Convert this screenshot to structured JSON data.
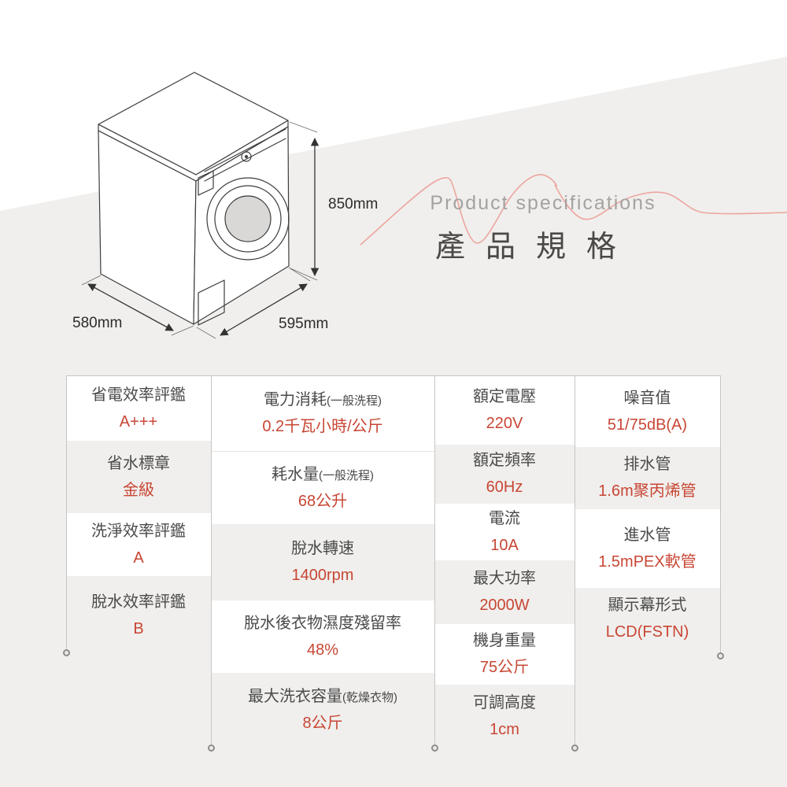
{
  "hero": {
    "en_title": "Product specifications",
    "zh_title": "產品規格"
  },
  "diagram": {
    "height_label": "850mm",
    "depth_label": "580mm",
    "width_label": "595mm"
  },
  "colors": {
    "accent_red": "#c84634",
    "squiggle_pink": "#eda59f",
    "wedge_gray": "#f0efed",
    "label_gray": "#4a4a4a",
    "title_gray": "#a5a2a0"
  },
  "table": {
    "columns": [
      {
        "cells": [
          {
            "label": "省電效率評鑑",
            "value": "A+++"
          },
          {
            "label": "省水標章",
            "value": "金級"
          },
          {
            "label": "洗淨效率評鑑",
            "value": "A"
          },
          {
            "label": "脫水效率評鑑",
            "value": "B"
          }
        ]
      },
      {
        "cells": [
          {
            "label": "電力消耗",
            "label_suffix": "(一般洗程)",
            "value": "0.2千瓦小時/公斤"
          },
          {
            "label": "耗水量",
            "label_suffix": "(一般洗程)",
            "value": "68公升"
          },
          {
            "label": "脫水轉速",
            "value": "1400rpm"
          },
          {
            "label": "脫水後衣物濕度殘留率",
            "value": "48%"
          },
          {
            "label": "最大洗衣容量",
            "label_suffix": "(乾燥衣物)",
            "value": "8公斤"
          }
        ]
      },
      {
        "cells": [
          {
            "label": "額定電壓",
            "value": "220V"
          },
          {
            "label": "額定頻率",
            "value": "60Hz"
          },
          {
            "label": "電流",
            "value": "10A"
          },
          {
            "label": "最大功率",
            "value": "2000W"
          },
          {
            "label": "機身重量",
            "value": "75公斤"
          },
          {
            "label": "可調高度",
            "value": "1cm"
          }
        ]
      },
      {
        "cells": [
          {
            "label": "噪音值",
            "value": "51/75dB(A)"
          },
          {
            "label": "排水管",
            "value": "1.6m聚丙烯管"
          },
          {
            "label": "進水管",
            "value": "1.5mPEX軟管"
          },
          {
            "label": "顯示幕形式",
            "value": "LCD(FSTN)"
          }
        ]
      }
    ]
  }
}
